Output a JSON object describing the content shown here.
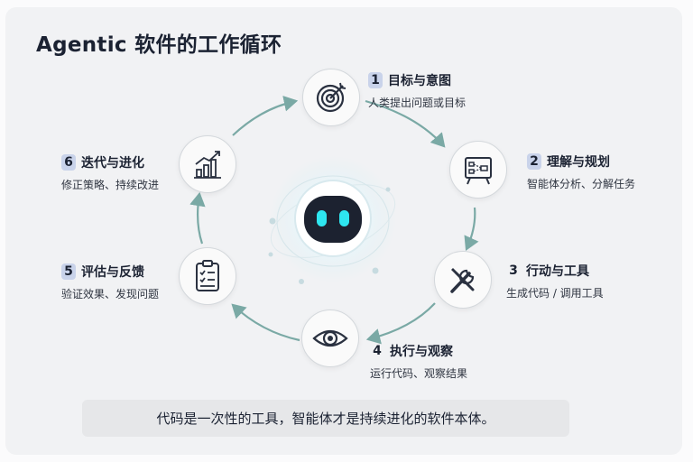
{
  "title": "Agentic 软件的工作循环",
  "steps": [
    {
      "num": "1",
      "title": "目标与意图",
      "sub": "人类提出问题或目标",
      "icon": "target-icon"
    },
    {
      "num": "2",
      "title": "理解与规划",
      "sub": "智能体分析、分解任务",
      "icon": "planning-board-icon"
    },
    {
      "num": "3",
      "title": "行动与工具",
      "sub": "生成代码 / 调用工具",
      "icon": "wrench-screwdriver-icon"
    },
    {
      "num": "4",
      "title": "执行与观察",
      "sub": "运行代码、观察结果",
      "icon": "eye-icon"
    },
    {
      "num": "5",
      "title": "评估与反馈",
      "sub": "验证效果、发现问题",
      "icon": "clipboard-checklist-icon"
    },
    {
      "num": "6",
      "title": "迭代与进化",
      "sub": "修正策略、持续改进",
      "icon": "bar-chart-growth-icon"
    }
  ],
  "center_icon": "robot-head-icon",
  "footer": "代码是一次性的工具，智能体才是持续进化的软件本体。",
  "colors": {
    "arrow": "#7aa9a5",
    "badge": "#c9d3ea",
    "robot_face": "#1c2230",
    "robot_eyes": "#2ee6f0"
  }
}
